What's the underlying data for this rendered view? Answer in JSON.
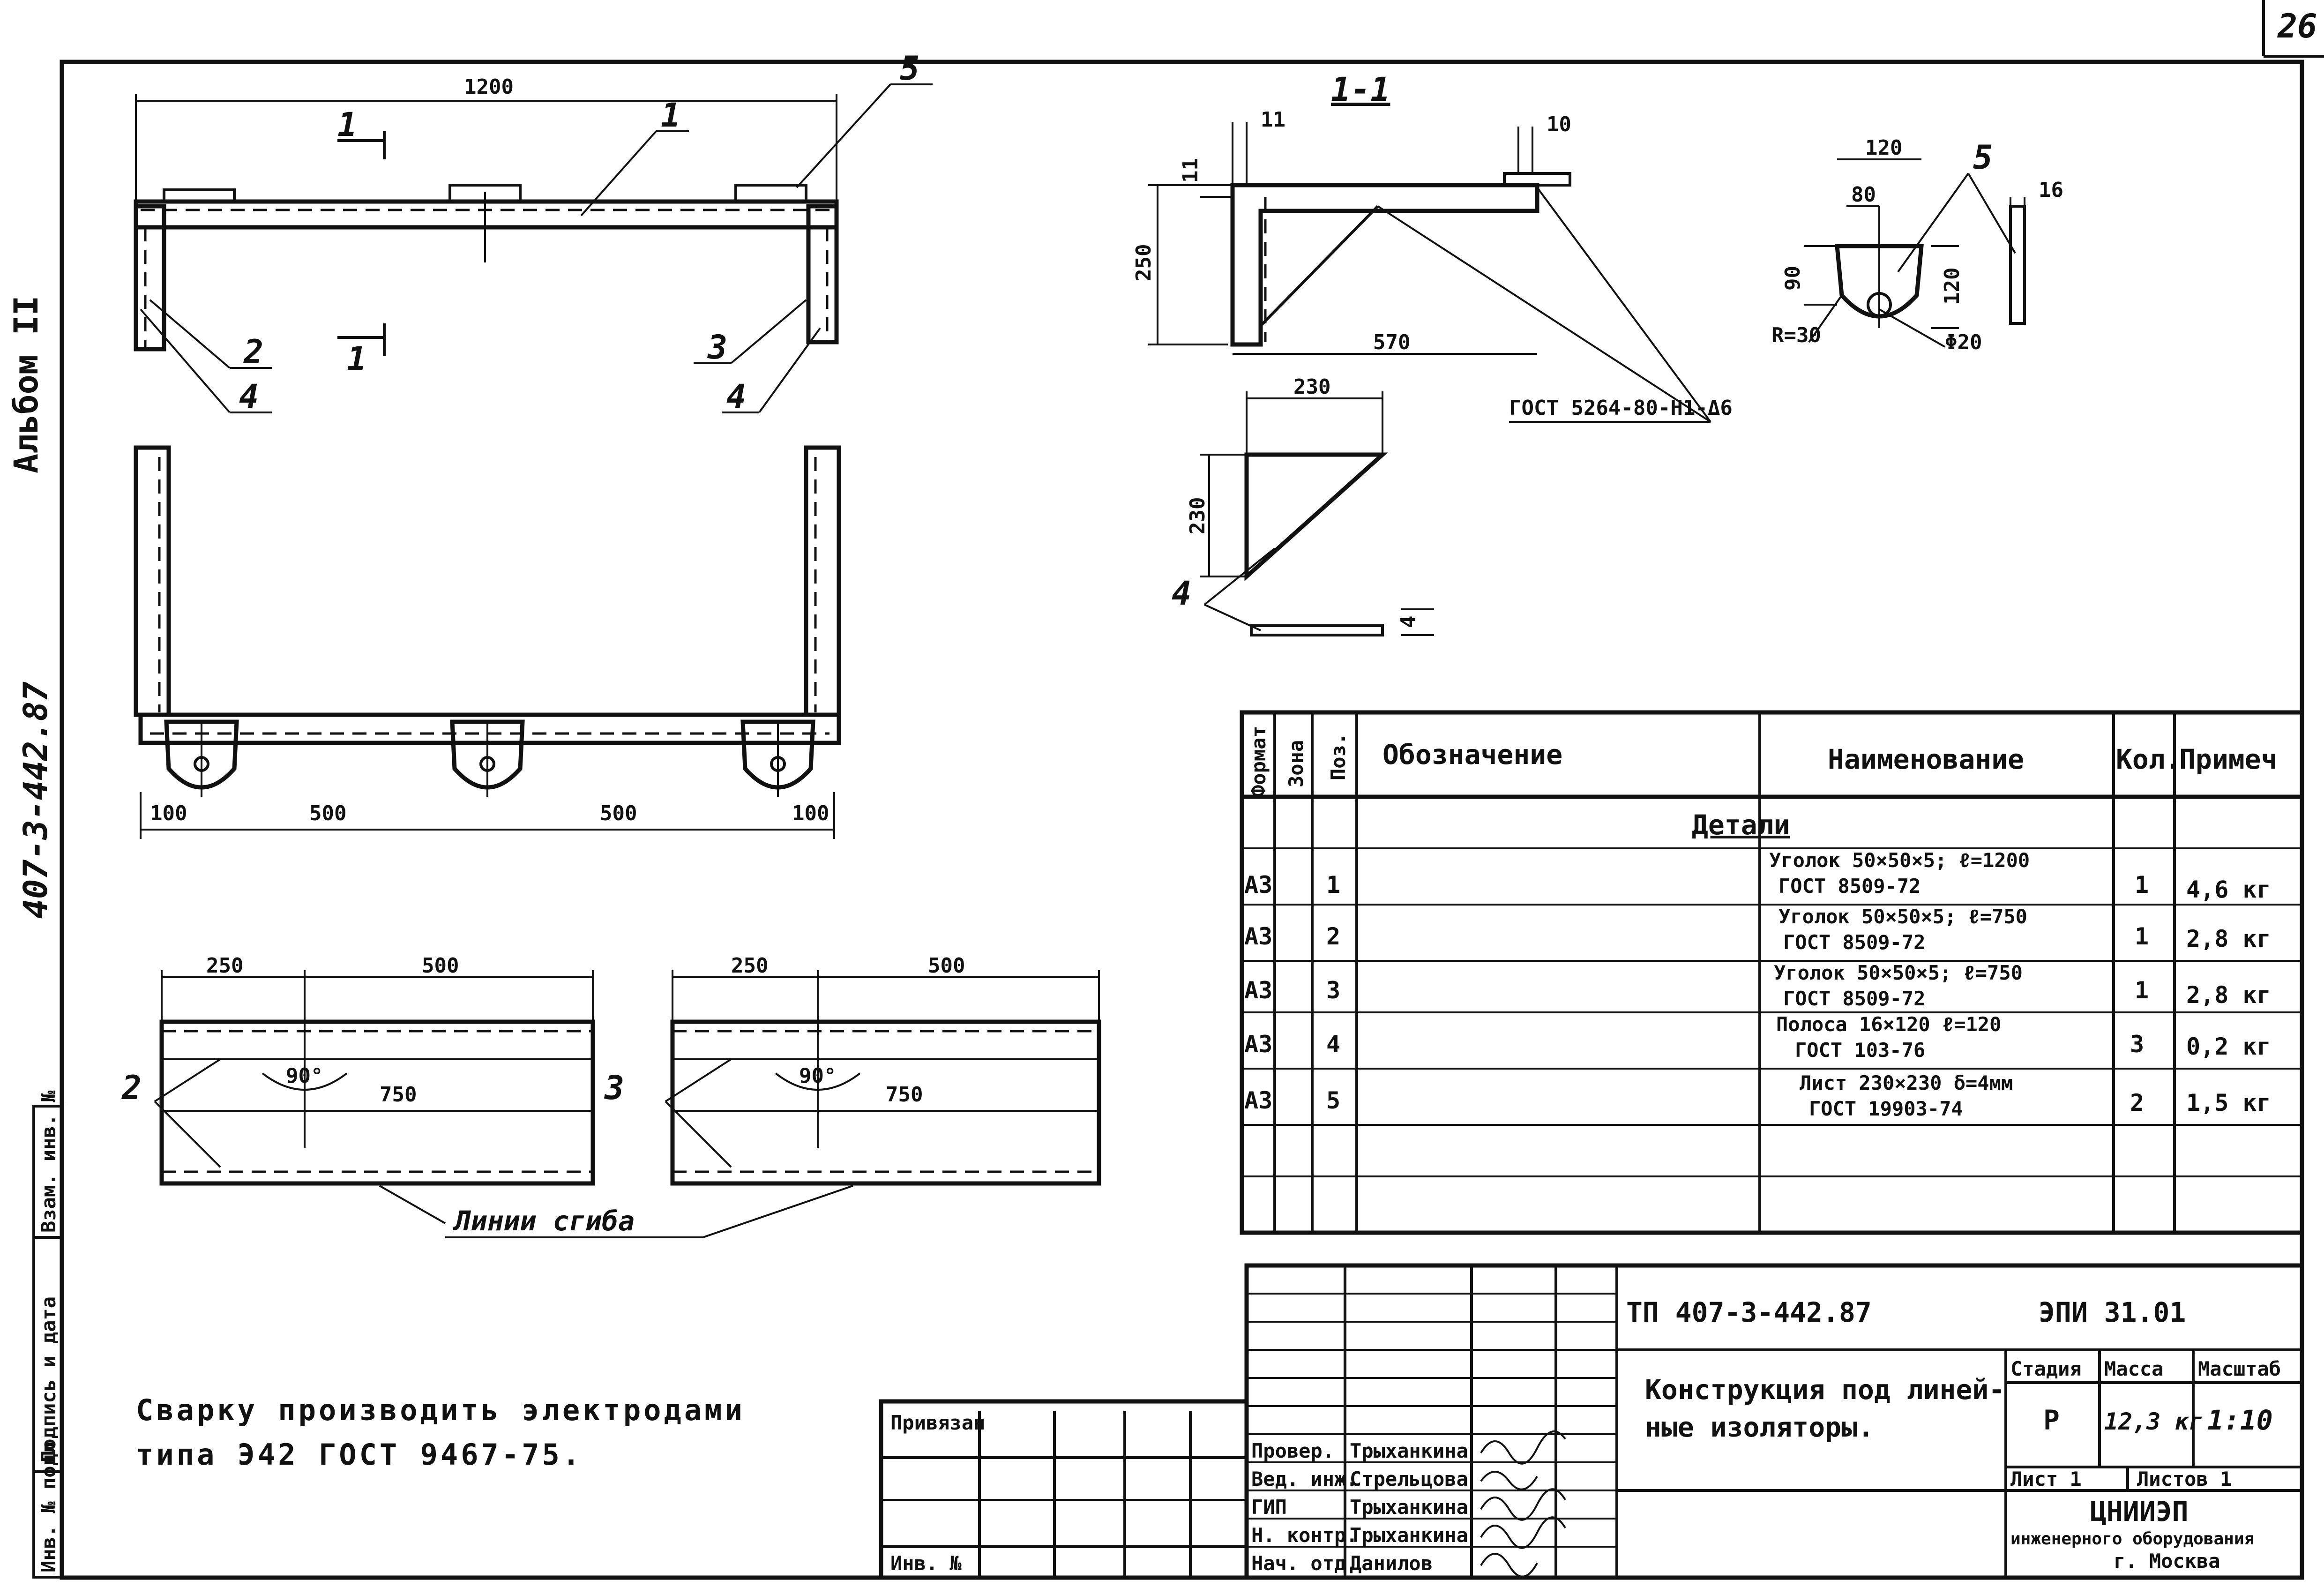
{
  "sheet": {
    "page_number": "26",
    "album_label": "Альбом II",
    "project_code_vertical": "407-3-442.87",
    "stamp_column": [
      "Инв. № подл.",
      "Подпись и дата",
      "Взам. инв. №"
    ]
  },
  "top_view": {
    "dim_total": "1200",
    "section_mark_a": "1",
    "section_mark_b": "1",
    "callouts": [
      "1",
      "2",
      "3",
      "4",
      "4",
      "5"
    ]
  },
  "front_view": {
    "dims": [
      "100",
      "500",
      "500",
      "100"
    ]
  },
  "section_1_1": {
    "title": "1-1",
    "dims": [
      "11",
      "11",
      "10",
      "250",
      "570"
    ],
    "gost_note": "ГОСТ 5264-80-Н1-Δ6"
  },
  "plate_detail": {
    "dims": [
      "230",
      "230",
      "4"
    ],
    "callout": "4"
  },
  "strip_detail": {
    "dims": [
      "120",
      "80",
      "90",
      "120",
      "16"
    ],
    "radius": "R=30",
    "hole": "Φ20",
    "callout": "5"
  },
  "bend_details": [
    {
      "dim_a": "250",
      "dim_b": "500",
      "angle": "90°",
      "length": "750",
      "callout": "2"
    },
    {
      "dim_a": "250",
      "dim_b": "500",
      "angle": "90°",
      "length": "750",
      "callout": "3"
    }
  ],
  "bend_line_label": "Линии сгиба",
  "spec_table": {
    "headers": {
      "format": "Формат",
      "zone": "Зона",
      "pos": "Поз.",
      "designation": "Обозначение",
      "name": "Наименование",
      "qty": "Кол.",
      "note": "Примеч"
    },
    "section_title": "Детали",
    "rows": [
      {
        "format": "А3",
        "pos": "1",
        "name1": "Уголок 50×50×5; ℓ=1200",
        "name2": "ГОСТ 8509-72",
        "qty": "1",
        "note": "4,6 кг"
      },
      {
        "format": "А3",
        "pos": "2",
        "name1": "Уголок 50×50×5; ℓ=750",
        "name2": "ГОСТ 8509-72",
        "qty": "1",
        "note": "2,8 кг"
      },
      {
        "format": "А3",
        "pos": "3",
        "name1": "Уголок 50×50×5; ℓ=750",
        "name2": "ГОСТ 8509-72",
        "qty": "1",
        "note": "2,8 кг"
      },
      {
        "format": "А3",
        "pos": "4",
        "name1": "Полоса 16×120  ℓ=120",
        "name2": "ГОСТ 103-76",
        "qty": "3",
        "note": "0,2 кг"
      },
      {
        "format": "А3",
        "pos": "5",
        "name1": "Лист 230×230  δ=4мм",
        "name2": "ГОСТ 19903-74",
        "qty": "2",
        "note": "1,5 кг"
      }
    ]
  },
  "title_block": {
    "doc_code": "ТП 407-3-442.87",
    "sheet_code": "ЭПИ 31.01",
    "title_line1": "Конструкция под линей-",
    "title_line2": "ные изоляторы.",
    "stage_label": "Стадия",
    "mass_label": "Масса",
    "scale_label": "Масштаб",
    "stage": "Р",
    "mass": "12,3 кг",
    "scale": "1:10",
    "sheet_label": "Лист 1",
    "sheets_label": "Листов 1",
    "org_name": "ЦНИИЭП",
    "org_sub": "инженерного оборудования",
    "org_city": "г. Москва",
    "roles": [
      {
        "role": "Провер.",
        "name": "Трыханкина"
      },
      {
        "role": "Вед. инж.",
        "name": "Стрельцова"
      },
      {
        "role": "ГИП",
        "name": "Трыханкина"
      },
      {
        "role": "Н. контр.",
        "name": "Трыханкина"
      },
      {
        "role": "Нач. отд.",
        "name": "Данилов"
      }
    ],
    "privyazan": "Привязан",
    "inv_no": "Инв. №"
  },
  "notes": {
    "line1": "Сварку производить электродами",
    "line2": "типа Э42  ГОСТ 9467-75."
  }
}
